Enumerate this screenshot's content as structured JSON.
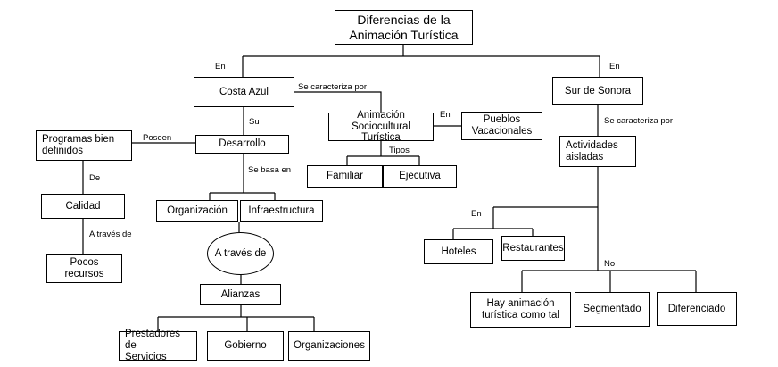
{
  "nodes": {
    "title": "Diferencias de la\nAnimación Turística",
    "costa_azul": "Costa Azul",
    "sur_sonora": "Sur de Sonora",
    "desarrollo": "Desarrollo",
    "programas": "Programas bien\ndefinidos",
    "calidad": "Calidad",
    "pocos_recursos": "Pocos recursos",
    "animacion_socio": "Animación\nSociocultural Turística",
    "pueblos": "Pueblos\nVacacionales",
    "familiar": "Familiar",
    "ejecutiva": "Ejecutiva",
    "organizacion": "Organización",
    "infraestructura": "Infraestructura",
    "a_traves_de": "A través de",
    "alianzas": "Alianzas",
    "prestadores": "Prestadores de\nServicios",
    "gobierno": "Gobierno",
    "organizaciones": "Organizaciones",
    "actividades": "Actividades\naisladas",
    "hoteles": "Hoteles",
    "restaurantes": "Restaurantes",
    "hay_animacion": "Hay animación\nturística como tal",
    "segmentado": "Segmentado",
    "diferenciado": "Diferenciado"
  },
  "edge_labels": {
    "en_left": "En",
    "en_right": "En",
    "se_caracteriza_por_1": "Se caracteriza por",
    "su": "Su",
    "poseen": "Poseen",
    "de": "De",
    "a_traves_de_small": "A través de",
    "se_basa_en": "Se basa en",
    "en_pueblos": "En",
    "tipos": "Tipos",
    "se_caracteriza_por_2": "Se caracteriza por",
    "en_hoteles": "En",
    "no": "No"
  }
}
